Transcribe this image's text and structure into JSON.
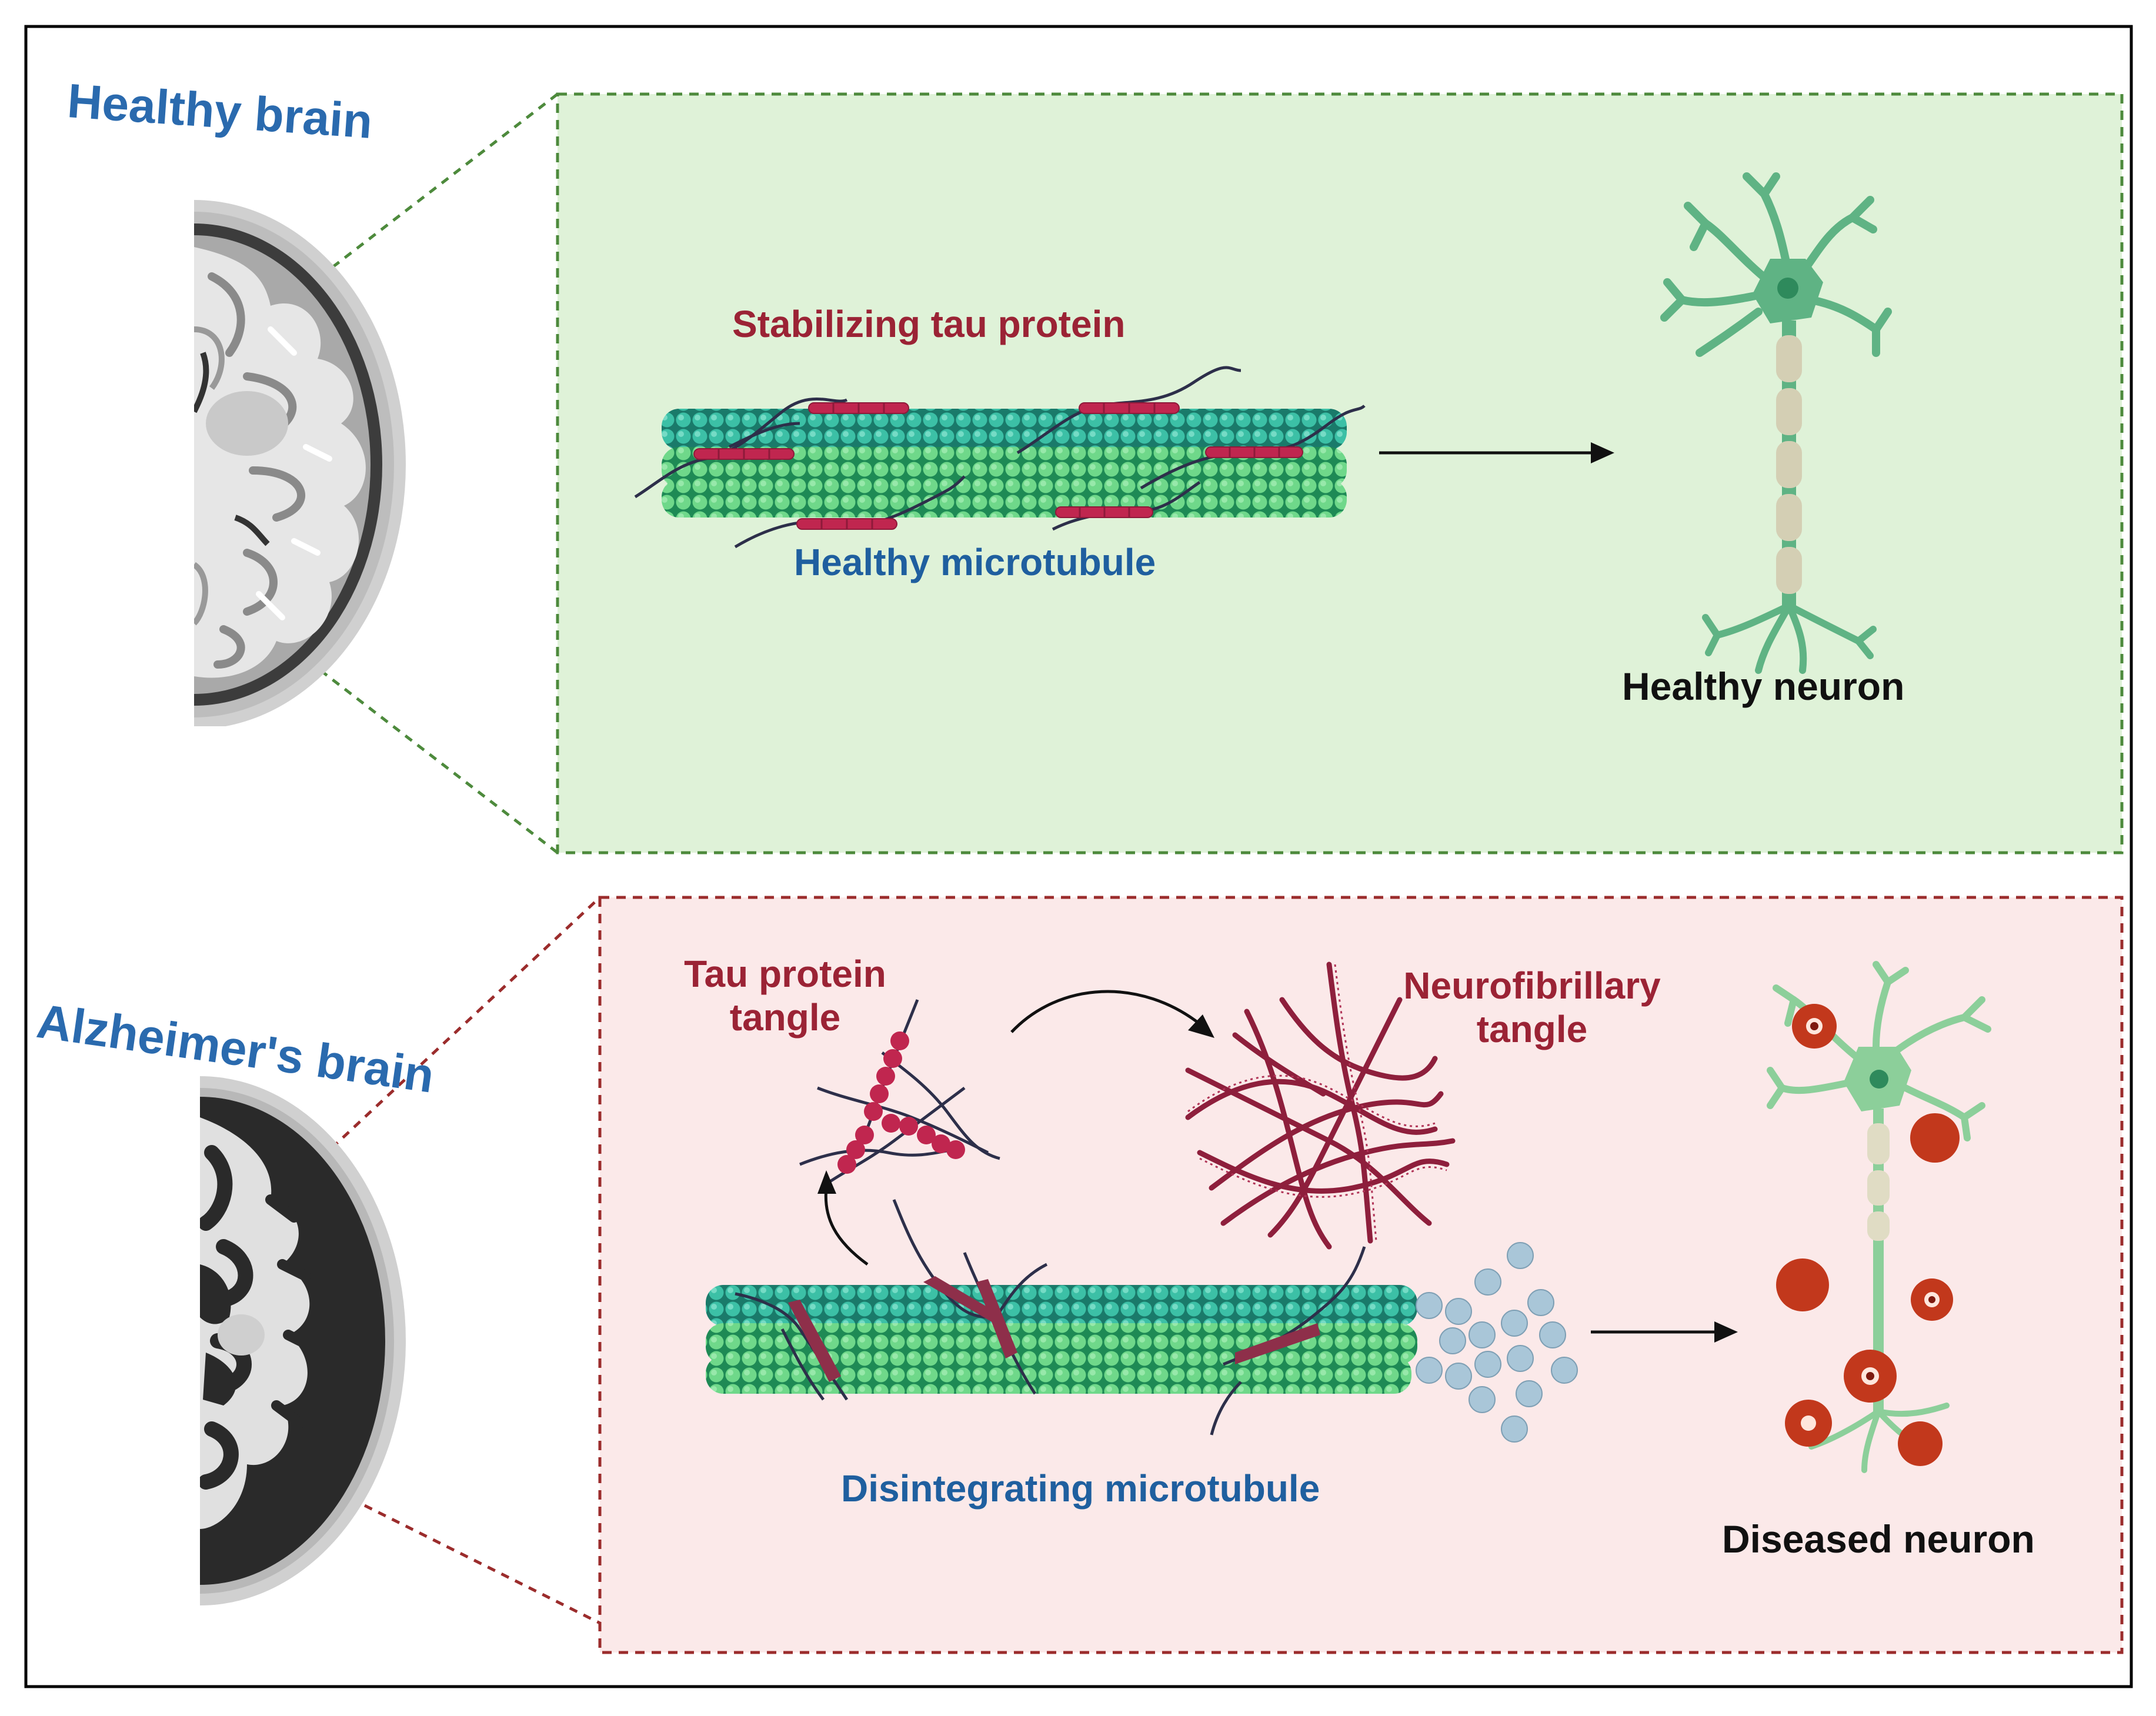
{
  "figure": {
    "healthy_brain_label": "Healthy brain",
    "alzheimers_brain_label": "Alzheimer's brain",
    "healthy_panel": {
      "tau_label": "Stabilizing tau protein",
      "microtubule_label": "Healthy microtubule",
      "neuron_label": "Healthy neuron"
    },
    "disease_panel": {
      "tau_tangle_label_line1": "Tau protein",
      "tau_tangle_label_line2": "tangle",
      "nft_label_line1": "Neurofibrillary",
      "nft_label_line2": "tangle",
      "microtubule_label": "Disintegrating microtubule",
      "neuron_label": "Diseased neuron"
    },
    "colors": {
      "healthy_panel_fill": "#dff2d8",
      "healthy_panel_border": "#4d8a3c",
      "disease_panel_fill": "#fbe9e9",
      "disease_panel_border": "#9b2c2c",
      "tau_color": "#b5294f",
      "tangle_color": "#8e1f3c",
      "microtubule_light": "#4fc3a1",
      "microtubule_dark": "#3aa463",
      "neuron_color": "#5fb384",
      "plaque_color": "#c2381c",
      "label_red": "#9b2335",
      "label_blue": "#1f5f9f"
    }
  }
}
